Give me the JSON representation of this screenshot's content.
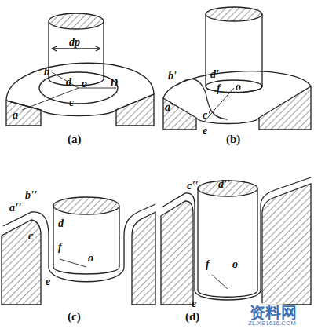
{
  "diagram": {
    "labels": [
      "dp",
      "b",
      "d",
      "o",
      "D",
      "a",
      "c",
      "(a)",
      "b'",
      "d'",
      "a'",
      "f",
      "c'",
      "e",
      "o",
      "(b)",
      "b''",
      "a''",
      "d",
      "c",
      "f",
      "o",
      "e",
      "(c)",
      "c''",
      "d''",
      "f",
      "o",
      "e",
      "(d)",
      "资料网",
      "ZL.XS1616.COM"
    ]
  }
}
